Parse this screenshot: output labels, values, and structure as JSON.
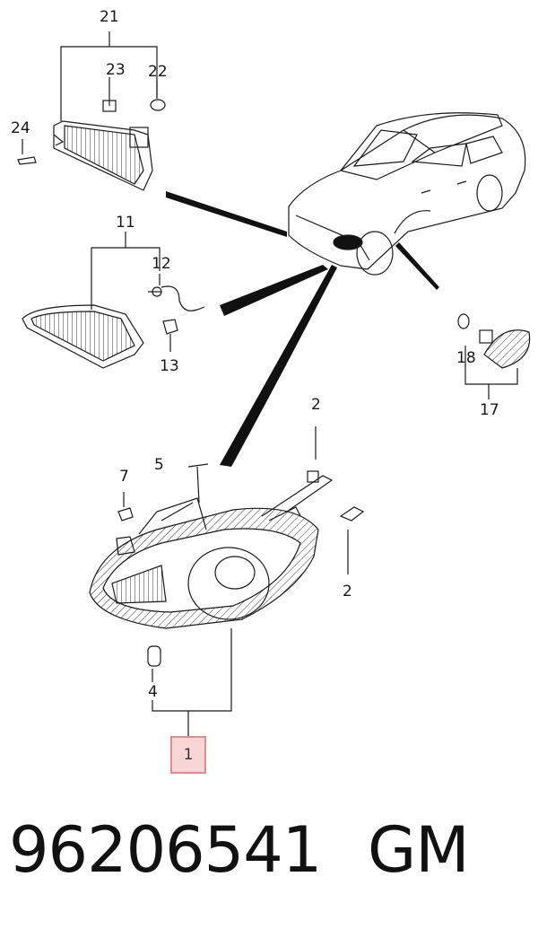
{
  "callouts": {
    "c21": "21",
    "c23": "23",
    "c22": "22",
    "c24": "24",
    "c11": "11",
    "c12": "12",
    "c13": "13",
    "c18": "18",
    "c17": "17",
    "c2a": "2",
    "c2b": "2",
    "c5": "5",
    "c7": "7",
    "c4": "4",
    "c1": "1"
  },
  "footer": {
    "part_number": "96206541",
    "brand": "GM"
  },
  "colors": {
    "line": "#1a1a1a",
    "highlight_fill": "#f9d6d6",
    "highlight_border": "#e58a8a"
  }
}
